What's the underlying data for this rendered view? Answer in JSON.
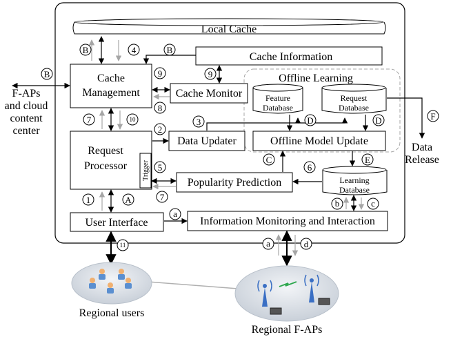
{
  "blocks": {
    "local_cache": "Local Cache",
    "cache_information": "Cache Information",
    "offline_learning": "Offline  Learning",
    "cache_management": [
      "Cache",
      "Management"
    ],
    "cache_monitor": "Cache Monitor",
    "feature_database": [
      "Feature",
      "Database"
    ],
    "request_database": [
      "Request",
      "Database"
    ],
    "request_processor": [
      "Request",
      "Processor"
    ],
    "trigger": "Trigger",
    "data_updater": "Data Updater",
    "offline_model_update": "Offline Model Update",
    "popularity_prediction": "Popularity Prediction",
    "learning_database": [
      "Learning",
      "Database"
    ],
    "user_interface": "User Interface",
    "info_monitoring": "Information Monitoring and Interaction"
  },
  "external": {
    "fap_cloud": [
      "F-APs",
      "and cloud",
      "content",
      "center"
    ],
    "data_release": [
      "Data",
      "Release"
    ],
    "regional_users": "Regional users",
    "regional_faps": "Regional F-APs"
  },
  "markers": {
    "B": "B",
    "four": "4",
    "nine": "9",
    "eight": "8",
    "seven": "7",
    "ten": "10",
    "two": "2",
    "three": "3",
    "five": "5",
    "six": "6",
    "one": "1",
    "A": "A",
    "a": "a",
    "b": "b",
    "c": "c",
    "d": "d",
    "C": "C",
    "D": "D",
    "E": "E",
    "F": "F",
    "eleven": "11"
  },
  "colors": {
    "line": "#000000",
    "gray_arrow": "#a6a6a6",
    "dashed": "#a6a6a6",
    "ellipse_fill": "#dde3ea",
    "user_icon": "#5b8fd0",
    "tower": "#3a6fc4"
  }
}
